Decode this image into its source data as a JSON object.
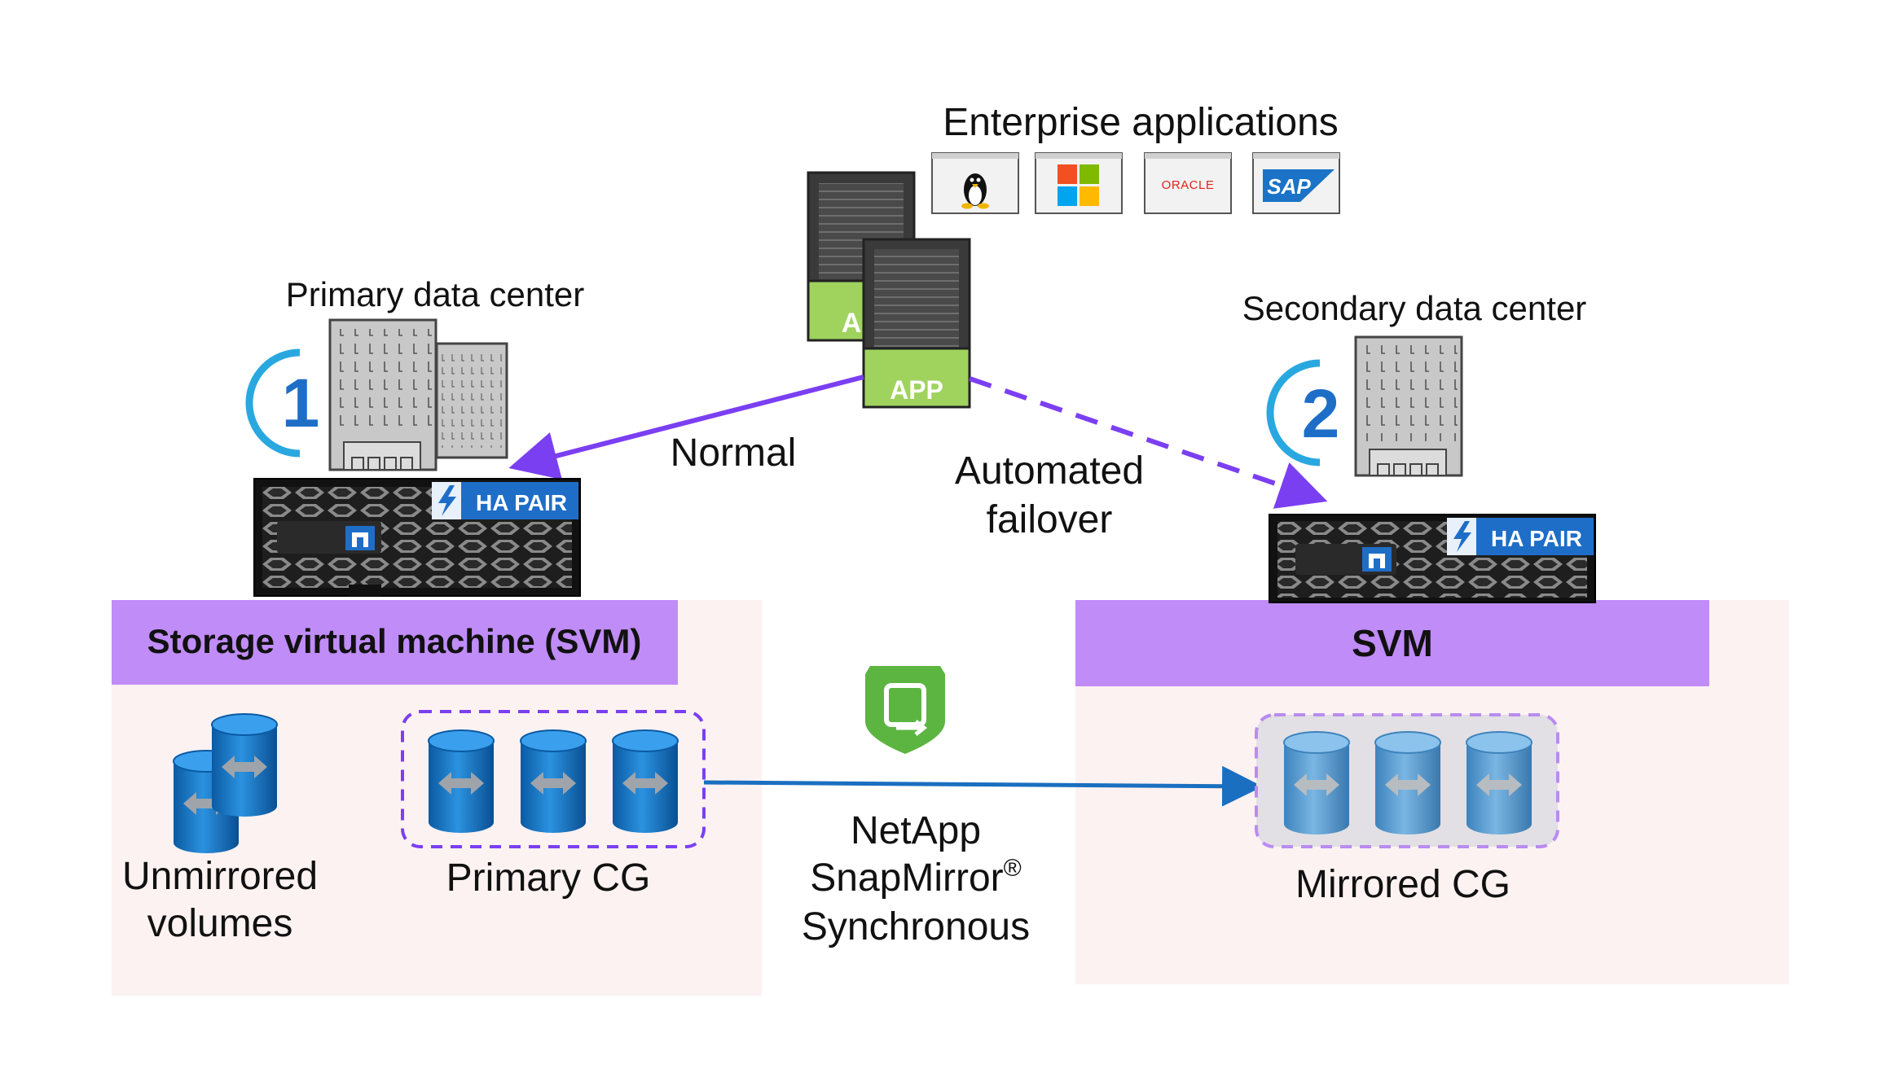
{
  "header": {
    "title": "Enterprise applications"
  },
  "app_logos": [
    {
      "name": "Linux",
      "icon": "linux-tux-icon"
    },
    {
      "name": "Microsoft",
      "icon": "microsoft-windows-icon"
    },
    {
      "name": "ORACLE",
      "icon": "oracle-logo"
    },
    {
      "name": "SAP",
      "icon": "sap-logo"
    }
  ],
  "app_servers": {
    "back_label": "A",
    "front_label": "APP"
  },
  "primary": {
    "title": "Primary data center",
    "number": "1",
    "ha_label": "HA PAIR",
    "svm_label": "Storage virtual machine (SVM)",
    "unmirrored_line1": "Unmirrored",
    "unmirrored_line2": "volumes",
    "cg_label": "Primary CG"
  },
  "secondary": {
    "title": "Secondary data center",
    "number": "2",
    "ha_label": "HA PAIR",
    "svm_label": "SVM",
    "cg_label": "Mirrored CG"
  },
  "paths": {
    "normal_label": "Normal",
    "failover_line1": "Automated",
    "failover_line2": "failover"
  },
  "replication": {
    "line1": "NetApp",
    "line2": "SnapMirror",
    "line2_mark": "®",
    "line3": "Synchronous"
  },
  "colors": {
    "arrow_purple": "#7b3ff2",
    "svm_band": "#c08cf8",
    "zone_pink": "#fdf2f2",
    "disk_blue": "#1478c8",
    "disk_blue_faded": "#5aa2d6",
    "server_green": "#9fd35d",
    "ha_blue": "#1e6ec8",
    "replication_blue": "#1a6fc0",
    "shield_green": "#5cb541"
  }
}
